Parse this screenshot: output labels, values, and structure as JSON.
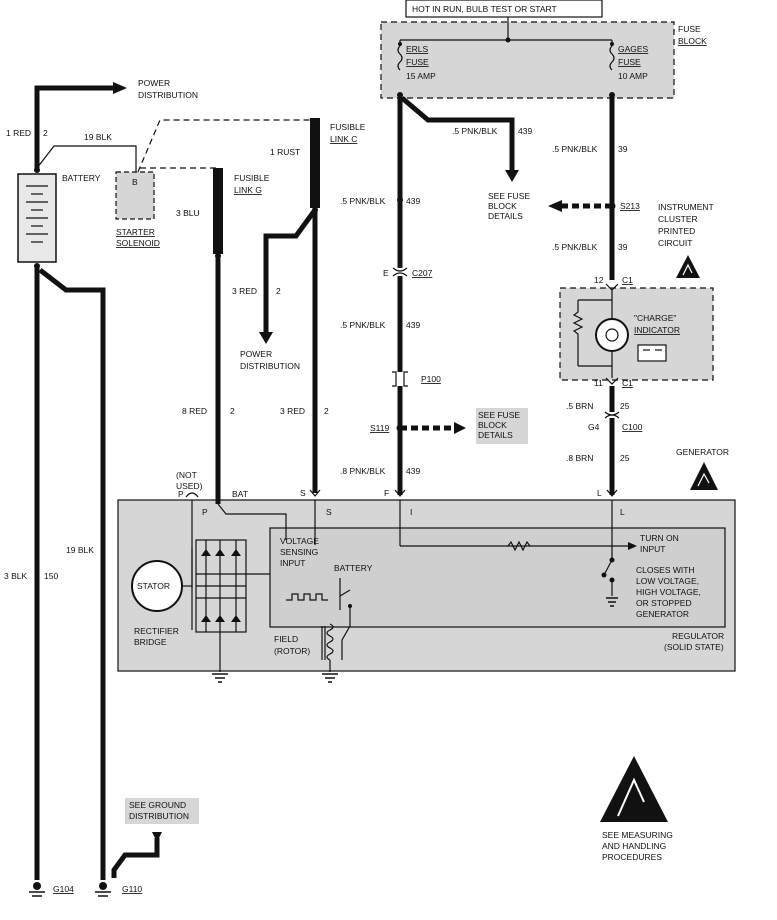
{
  "top_label": "HOT IN RUN, BULB TEST OR START",
  "fuse_block": {
    "label_1": "FUSE",
    "label_2": "BLOCK",
    "erls_1": "ERLS",
    "erls_2": "FUSE",
    "erls_amp": "15 AMP",
    "gages_1": "GAGES",
    "gages_2": "FUSE",
    "gages_amp": "10 AMP"
  },
  "battery_side": {
    "power_distribution_1": "POWER",
    "power_distribution_2": "DISTRIBUTION",
    "wire_1_red": "1 RED",
    "wire_1_red_circuit": "2",
    "wire_19_blk": "19 BLK",
    "battery": "BATTERY",
    "terminal_b": "B",
    "starter_1": "STARTER",
    "starter_2": "SOLENOID",
    "fusible_c_1": "FUSIBLE",
    "fusible_c_2": "LINK C",
    "wire_1_rust": "1 RUST",
    "fusible_g_1": "FUSIBLE",
    "fusible_g_2": "LINK G",
    "wire_3_blu": "3 BLU",
    "wire_3_red": "3 RED",
    "wire_3_red_circuit": "2",
    "power_dist2_1": "POWER",
    "power_dist2_2": "DISTRIBUTION",
    "wire_8_red": "8  RED",
    "wire_8_red_circuit": "2",
    "wire_3_red_b": "3 RED",
    "wire_3_red_b_circuit": "2",
    "wire_3_blk": "3 BLK",
    "wire_3_blk_circuit": "150",
    "wire_19_blk_b": "19 BLK"
  },
  "center_circuit": {
    "wire_pnk_1": ".5 PNK/BLK",
    "wire_pnk_1_circuit": "439",
    "wire_pnk_branch": ".5 PNK/BLK",
    "wire_pnk_branch_circuit": "439",
    "see_fuse_1a": "SEE FUSE",
    "see_fuse_1b": "BLOCK",
    "see_fuse_1c": "DETAILS",
    "conn_e": "E",
    "c207": "C207",
    "wire_pnk_2": ".5 PNK/BLK",
    "wire_pnk_2_circuit": "439",
    "p100": "P100",
    "s119": "S119",
    "see_fuse_2a": "SEE FUSE",
    "see_fuse_2b": "BLOCK",
    "see_fuse_2c": "DETAILS",
    "wire_pnk_3": ".8 PNK/BLK",
    "wire_pnk_3_circuit": "439"
  },
  "right_circuit": {
    "wire_pnk_39a": ".5 PNK/BLK",
    "wire_pnk_39a_circuit": "39",
    "s213": "S213",
    "ic_1": "INSTRUMENT",
    "ic_2": "CLUSTER",
    "ic_3": "PRINTED",
    "ic_4": "CIRCUIT",
    "wire_pnk_39b": ".5 PNK/BLK",
    "wire_pnk_39b_circuit": "39",
    "c1_pin12": "12",
    "c1_a": "C1",
    "charge_1": "\"CHARGE\"",
    "charge_2": "INDICATOR",
    "c1_pin11": "11",
    "c1_b": "C1",
    "wire_brn_a": ".5 BRN",
    "wire_brn_a_circuit": "25",
    "g4": "G4",
    "c100": "C100",
    "wire_brn_b": ".8 BRN",
    "wire_brn_b_circuit": "25",
    "generator": "GENERATOR"
  },
  "generator": {
    "not_used_1": "(NOT",
    "not_used_2": "USED)",
    "term_p": "P",
    "term_bat": "BAT",
    "term_s": "S",
    "term_f": "F",
    "term_l": "L",
    "inner_p": "P",
    "inner_s": "S",
    "inner_i": "I",
    "inner_l": "L",
    "voltage_1": "VOLTAGE",
    "voltage_2": "SENSING",
    "voltage_3": "INPUT",
    "battery_lbl": "BATTERY",
    "stator": "STATOR",
    "rectifier_1": "RECTIFIER",
    "rectifier_2": "BRIDGE",
    "turn_on_1": "TURN ON",
    "turn_on_2": "INPUT",
    "closes_1": "CLOSES WITH",
    "closes_2": "LOW VOLTAGE,",
    "closes_3": "HIGH VOLTAGE,",
    "closes_4": "OR STOPPED",
    "closes_5": "GENERATOR",
    "field_1": "FIELD",
    "field_2": "(ROTOR)",
    "regulator_1": "REGULATOR",
    "regulator_2": "(SOLID STATE)"
  },
  "bottom": {
    "see_ground_1": "SEE GROUND",
    "see_ground_2": "DISTRIBUTION",
    "g104": "G104",
    "g110": "G110",
    "measuring_1": "SEE MEASURING",
    "measuring_2": "AND HANDLING",
    "measuring_3": "PROCEDURES"
  }
}
